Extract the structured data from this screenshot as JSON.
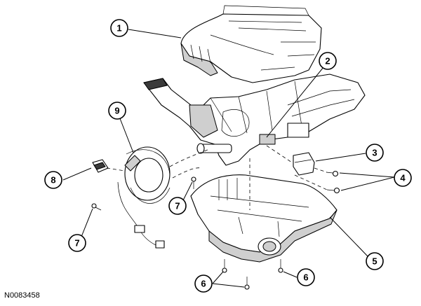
{
  "figure_id": "N0083458",
  "callouts": {
    "c1": "1",
    "c2": "2",
    "c3": "3",
    "c4": "4",
    "c5": "5",
    "c6a": "6",
    "c6b": "6",
    "c7a": "7",
    "c7b": "7",
    "c8": "8",
    "c9": "9"
  }
}
